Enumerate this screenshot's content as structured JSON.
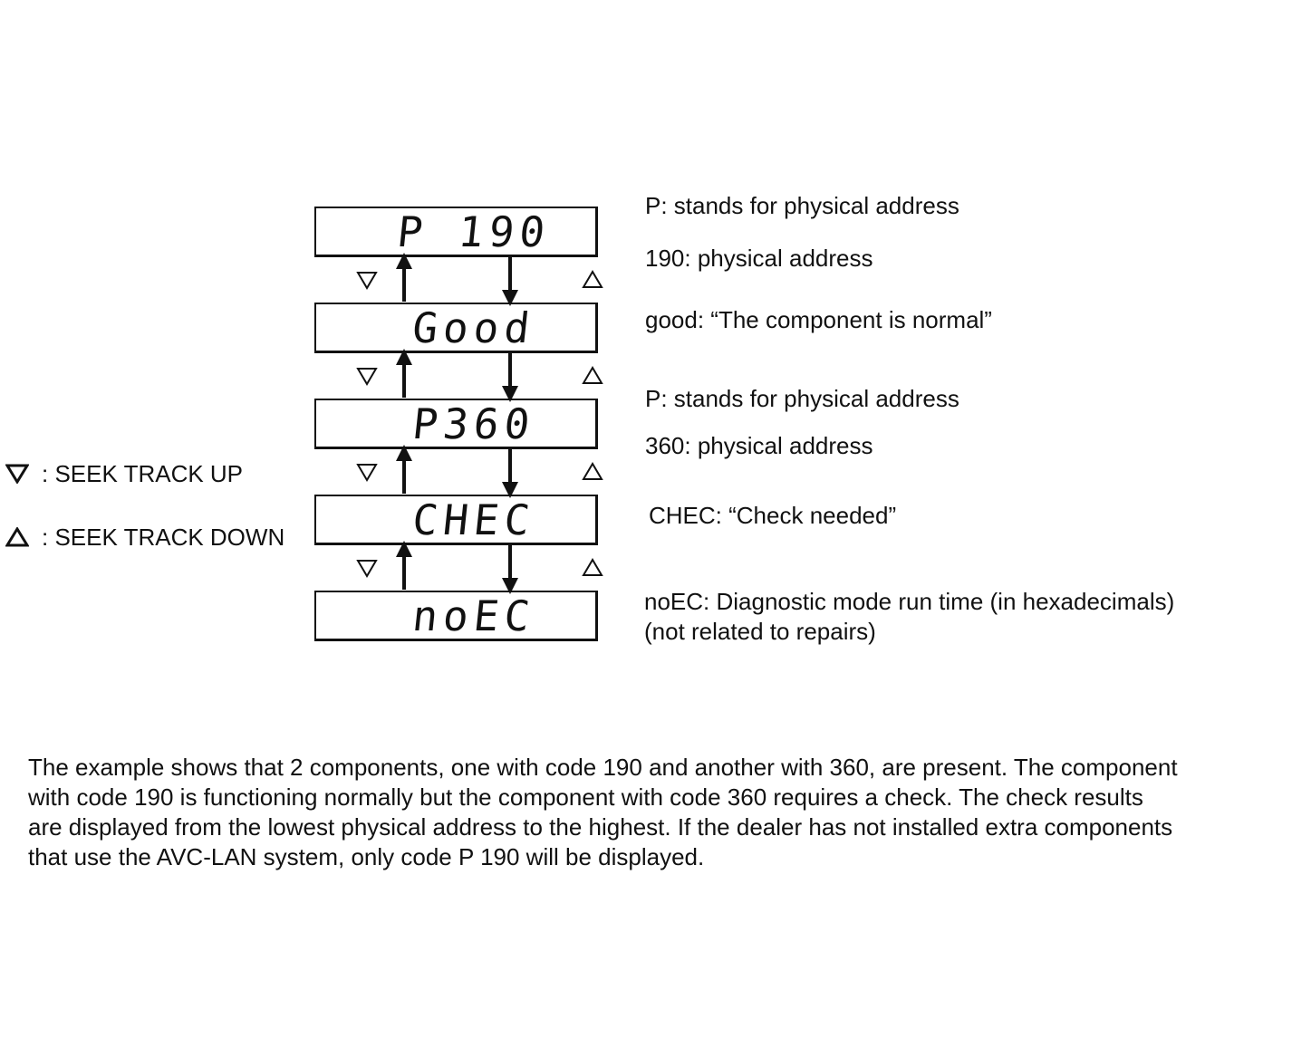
{
  "displays": [
    "P 190",
    "Good",
    "P360",
    "CHEC",
    "noEC"
  ],
  "notes": {
    "p_physical_1": "P: stands for physical address",
    "addr_190": "190: physical address",
    "good": "good: “The component is normal”",
    "p_physical_2": "P: stands for physical address",
    "addr_360": "360: physical address",
    "chec": "CHEC: “Check needed”",
    "noec_line1": "noEC: Diagnostic mode run time (in hexadecimals)",
    "noec_line2": "(not related to repairs)"
  },
  "legend": {
    "up_label": ": SEEK TRACK UP",
    "down_label": ": SEEK TRACK DOWN"
  },
  "icons": {
    "up_icon": "down-pointing-triangle",
    "down_icon": "up-pointing-triangle"
  },
  "paragraph": [
    "The example shows that 2 components, one with code 190 and another with 360, are present. The component",
    "with code 190 is functioning normally but the component with code 360 requires a check. The check results",
    "are displayed from the lowest physical address to the highest. If the dealer has not installed extra components",
    "that use the AVC-LAN system, only code P 190 will be displayed."
  ]
}
